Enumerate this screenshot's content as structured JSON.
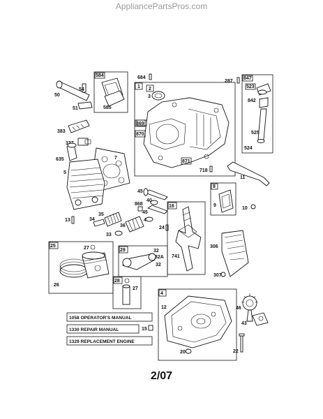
{
  "header": {
    "site": "AppliancePartsPros.com"
  },
  "footer": {
    "page_code": "2/07"
  },
  "manuals": [
    "1058 OPERATOR'S MANUAL",
    "1330 REPAIR MANUAL",
    "1329 REPLACEMENT ENGINE"
  ],
  "labels": {
    "p1": "1",
    "p2": "2",
    "p3": "3",
    "p4": "4",
    "p5": "5",
    "p7": "7",
    "p8": "8",
    "p9": "9",
    "p10": "10",
    "p11": "11",
    "p12": "12",
    "p13": "13",
    "p15": "15",
    "p16": "16",
    "p20": "20",
    "p22": "22",
    "p24": "24",
    "p25": "25",
    "p26": "26",
    "p27a": "27",
    "p27b": "27",
    "p28": "28",
    "p29": "29",
    "p32": "32",
    "p32a": "32A",
    "p33": "33",
    "p34": "34",
    "p35": "35",
    "p36": "36",
    "p40a": "40",
    "p40b": "40",
    "p43": "43",
    "p45a": "45",
    "p45b": "45",
    "p46": "46",
    "p50": "50",
    "p51": "51",
    "p54": "54",
    "p287": "287",
    "p306": "306",
    "p307": "307",
    "p337": "337",
    "p383": "383",
    "p523": "523",
    "p524": "524",
    "p525": "525",
    "p584": "584",
    "p585": "585",
    "p635": "635",
    "p684": "684",
    "p718": "718",
    "p741": "741",
    "p842": "842",
    "p847": "847",
    "p868": "868",
    "p869": "869",
    "p870": "870",
    "p871": "871"
  }
}
